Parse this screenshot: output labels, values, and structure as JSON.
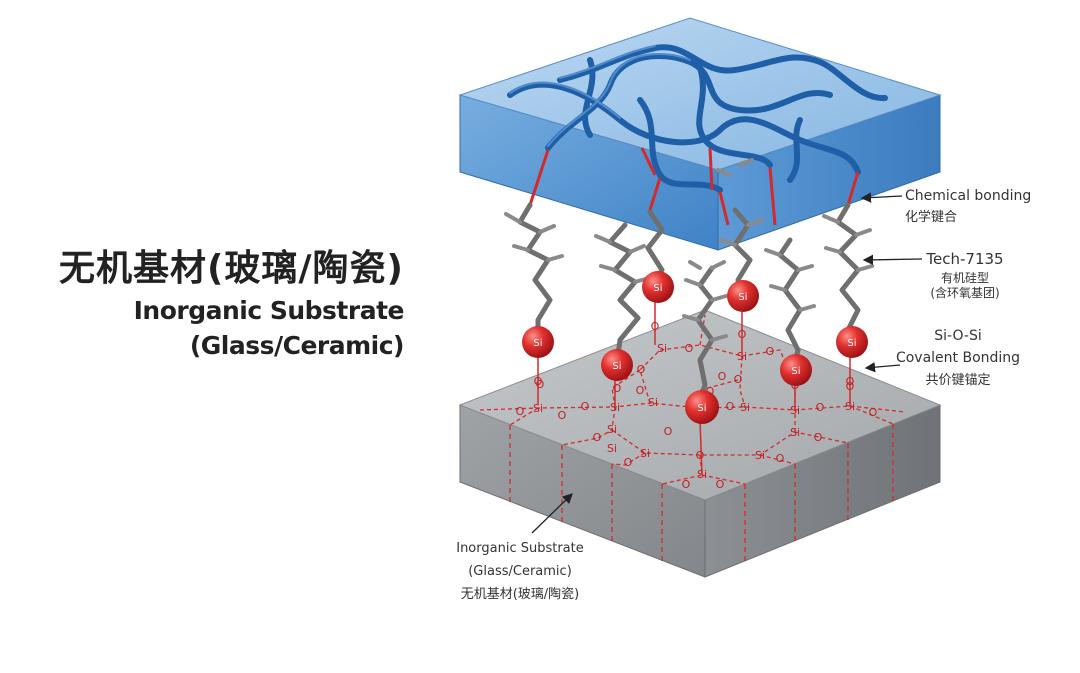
{
  "title": {
    "zh": "无机基材(玻璃/陶瓷)",
    "en_line1": "Inorganic Substrate",
    "en_line2": "(Glass/Ceramic)"
  },
  "labels": {
    "chemical_bonding": {
      "en": "Chemical bonding",
      "zh": "化学键合"
    },
    "tech": {
      "en": "Tech-7135",
      "zh1": "有机硅型",
      "zh2": "(含环氧基团)"
    },
    "sios": {
      "en1": "Si-O-Si",
      "en2": "Covalent Bonding",
      "zh": "共价键锚定"
    },
    "substrate": {
      "en1": "Inorganic Substrate",
      "en2": "(Glass/Ceramic)",
      "zh": "无机基材(玻璃/陶瓷)"
    }
  },
  "atoms": {
    "si": "Si",
    "o": "O"
  },
  "colors": {
    "polymer_block": "#6fa6d8",
    "polymer_chain": "#1f5fa8",
    "silane_chain": "#7a7a7a",
    "si_atom": "#d8262a",
    "bond": "#d42a2a",
    "substrate": "#a9adb0"
  }
}
